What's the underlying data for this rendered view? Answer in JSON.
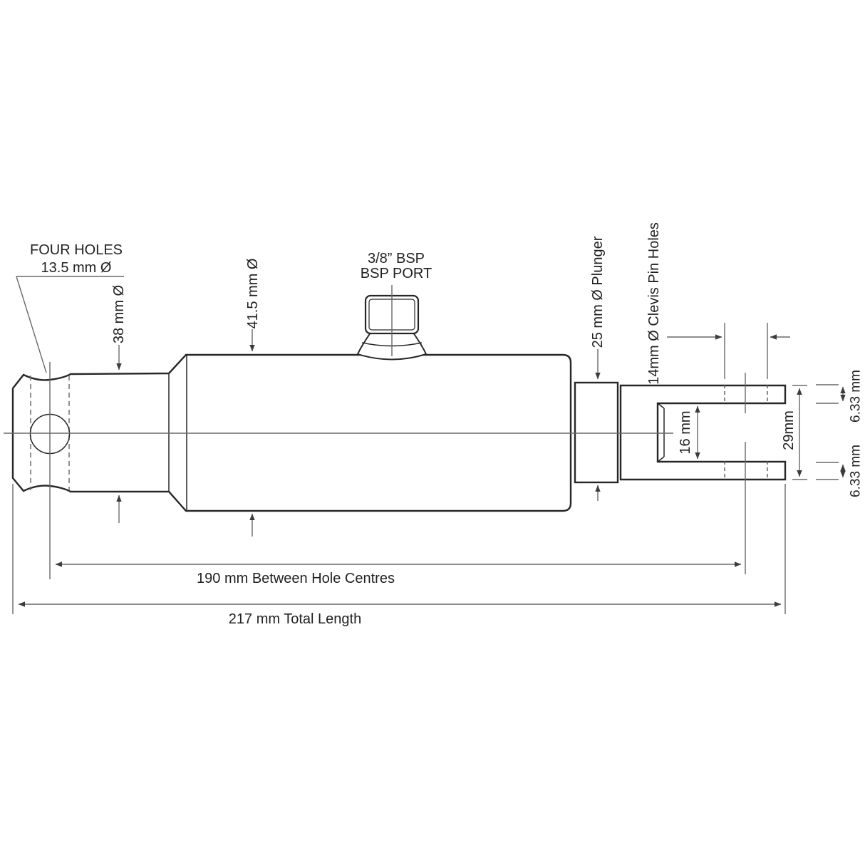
{
  "labels": {
    "four_holes_1": "FOUR HOLES",
    "four_holes_2": "13.5 mm Ø",
    "end_dia": "38 mm Ø",
    "body_dia": "41.5 mm Ø",
    "bsp_1": "3/8” BSP",
    "bsp_2": "BSP PORT",
    "plunger": "25 mm Ø Plunger",
    "pin_holes": "14mm Ø Clevis Pin Holes",
    "slot": "16 mm",
    "clevis": "29mm",
    "arm_top": "6.33 mm",
    "arm_bot": "6.33 mm",
    "centres": "190 mm Between Hole Centres",
    "total": "217 mm Total Length"
  },
  "colors": {
    "outline": "#2a2627",
    "dimension_lines": "#66686b",
    "background": "#ffffff"
  }
}
